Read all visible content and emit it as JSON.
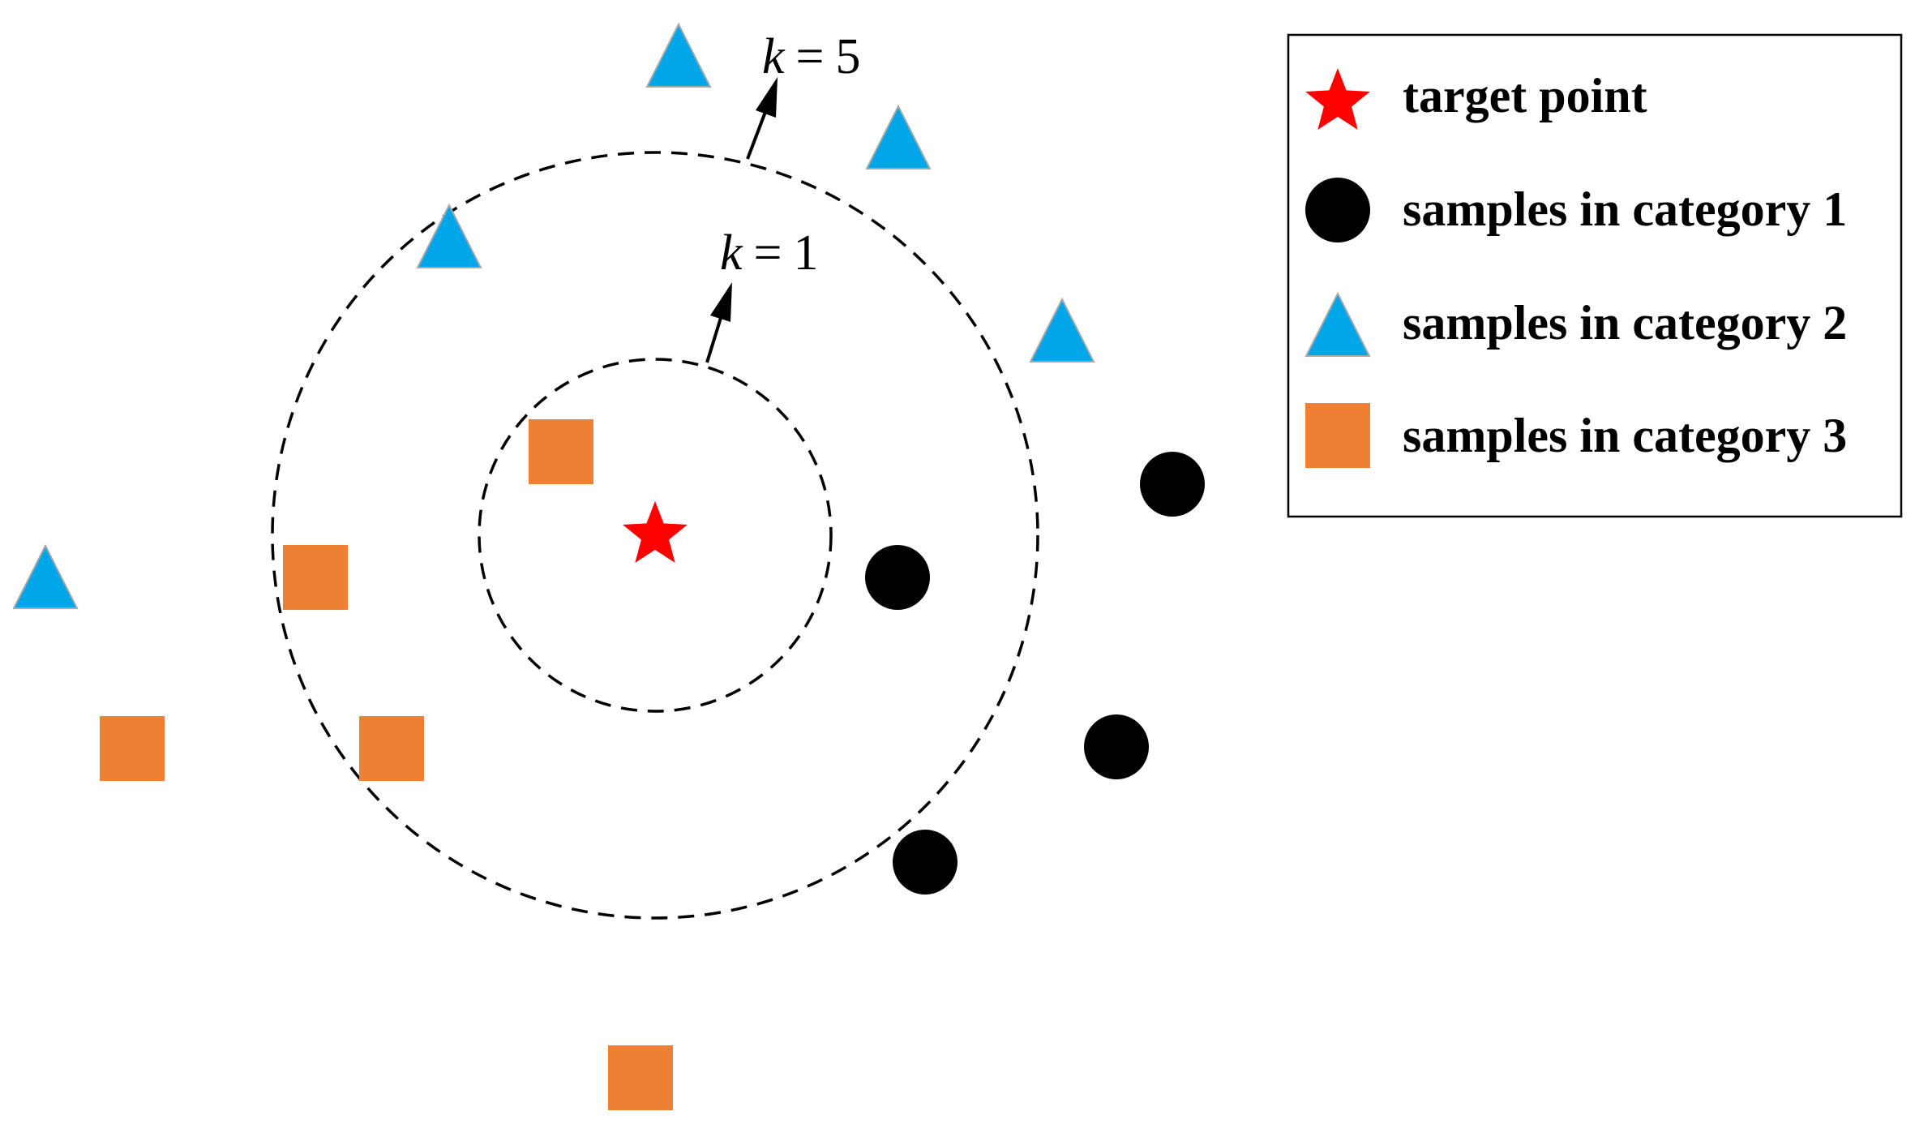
{
  "k_labels": {
    "outer": {
      "variable": "k",
      "equals": "=",
      "value": "5"
    },
    "inner": {
      "variable": "k",
      "equals": "=",
      "value": "1"
    }
  },
  "legend": {
    "items": [
      {
        "label": "target point",
        "marker": "red-star-icon"
      },
      {
        "label": "samples in category 1",
        "marker": "black-circle-icon"
      },
      {
        "label": "samples in category 2",
        "marker": "blue-triangle-icon"
      },
      {
        "label": "samples in category 3",
        "marker": "orange-square-icon"
      }
    ]
  },
  "colors": {
    "target": "#ff0000",
    "category1": "#000000",
    "category2": "#00a6e8",
    "category2_outline": "#a8a8a8",
    "category3": "#ee8034",
    "circle_stroke": "#000000"
  }
}
